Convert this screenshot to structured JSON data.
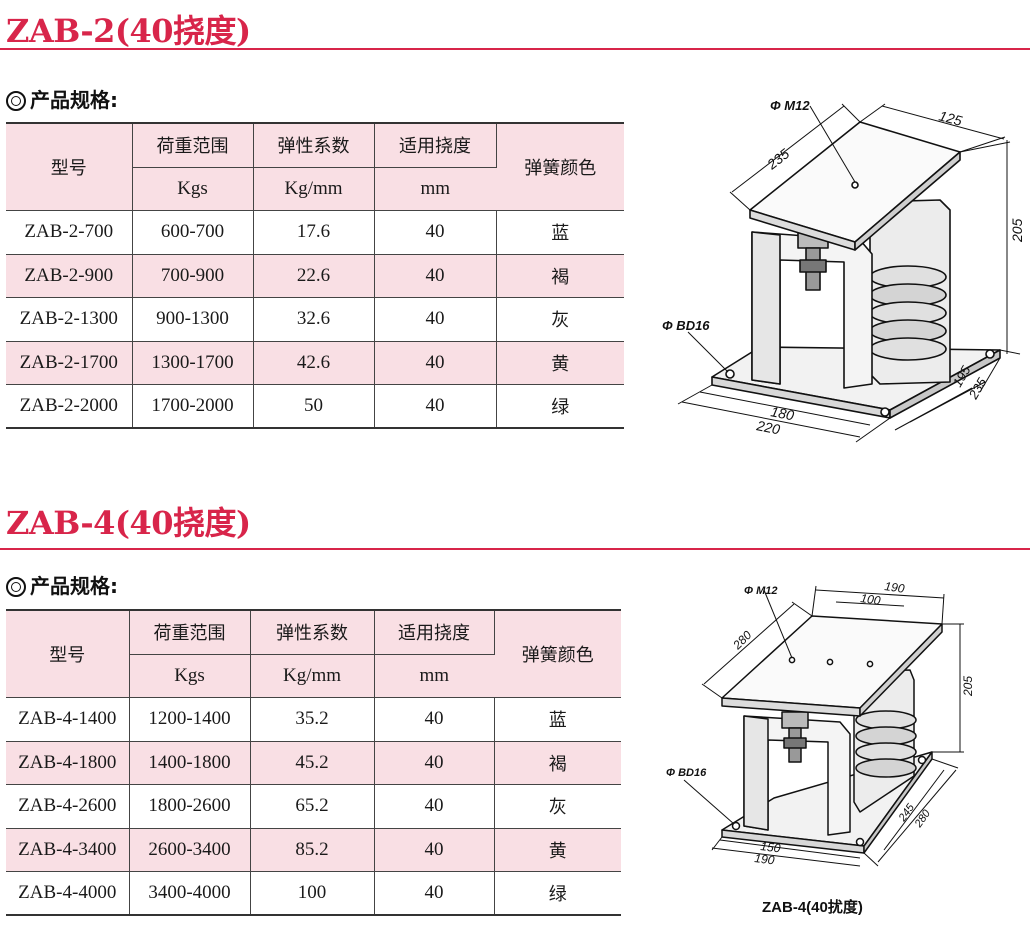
{
  "sections": [
    {
      "title": "ZAB-2(40挠度)",
      "subtitle": "产品规格:",
      "headers": {
        "model": "型号",
        "load": "荷重范围",
        "load_unit": "Kgs",
        "stiffness": "弹性系数",
        "stiffness_unit": "Kg/mm",
        "deflection": "适用挠度",
        "deflection_unit": "mm",
        "color": "弹簧颜色"
      },
      "rows": [
        {
          "model": "ZAB-2-700",
          "load": "600-700",
          "stiffness": "17.6",
          "deflection": "40",
          "color": "蓝"
        },
        {
          "model": "ZAB-2-900",
          "load": "700-900",
          "stiffness": "22.6",
          "deflection": "40",
          "color": "褐"
        },
        {
          "model": "ZAB-2-1300",
          "load": "900-1300",
          "stiffness": "32.6",
          "deflection": "40",
          "color": "灰"
        },
        {
          "model": "ZAB-2-1700",
          "load": "1300-1700",
          "stiffness": "42.6",
          "deflection": "40",
          "color": "黄"
        },
        {
          "model": "ZAB-2-2000",
          "load": "1700-2000",
          "stiffness": "50",
          "deflection": "40",
          "color": "绿"
        }
      ],
      "drawing": {
        "bolt": "Φ M12",
        "hole": "Φ BD16",
        "top_width": "125",
        "top_length": "235",
        "height": "205",
        "base_depth_inner": "195",
        "base_depth_outer": "235",
        "base_width_inner": "180",
        "base_width_outer": "220"
      }
    },
    {
      "title": "ZAB-4(40挠度)",
      "subtitle": "产品规格:",
      "headers": {
        "model": "型号",
        "load": "荷重范围",
        "load_unit": "Kgs",
        "stiffness": "弹性系数",
        "stiffness_unit": "Kg/mm",
        "deflection": "适用挠度",
        "deflection_unit": "mm",
        "color": "弹簧颜色"
      },
      "rows": [
        {
          "model": "ZAB-4-1400",
          "load": "1200-1400",
          "stiffness": "35.2",
          "deflection": "40",
          "color": "蓝"
        },
        {
          "model": "ZAB-4-1800",
          "load": "1400-1800",
          "stiffness": "45.2",
          "deflection": "40",
          "color": "褐"
        },
        {
          "model": "ZAB-4-2600",
          "load": "1800-2600",
          "stiffness": "65.2",
          "deflection": "40",
          "color": "灰"
        },
        {
          "model": "ZAB-4-3400",
          "load": "2600-3400",
          "stiffness": "85.2",
          "deflection": "40",
          "color": "黄"
        },
        {
          "model": "ZAB-4-4000",
          "load": "3400-4000",
          "stiffness": "100",
          "deflection": "40",
          "color": "绿"
        }
      ],
      "drawing": {
        "bolt": "Φ M12",
        "hole": "Φ BD16",
        "top_width": "190",
        "top_inner": "100",
        "top_length": "280",
        "height": "205",
        "base_depth_inner": "245",
        "base_depth_outer": "280",
        "base_width_inner": "150",
        "base_width_outer": "190",
        "caption": "ZAB-4(40扰度)"
      }
    }
  ],
  "colors": {
    "accent": "#d8254a",
    "row_highlight": "#f9dfe4"
  }
}
